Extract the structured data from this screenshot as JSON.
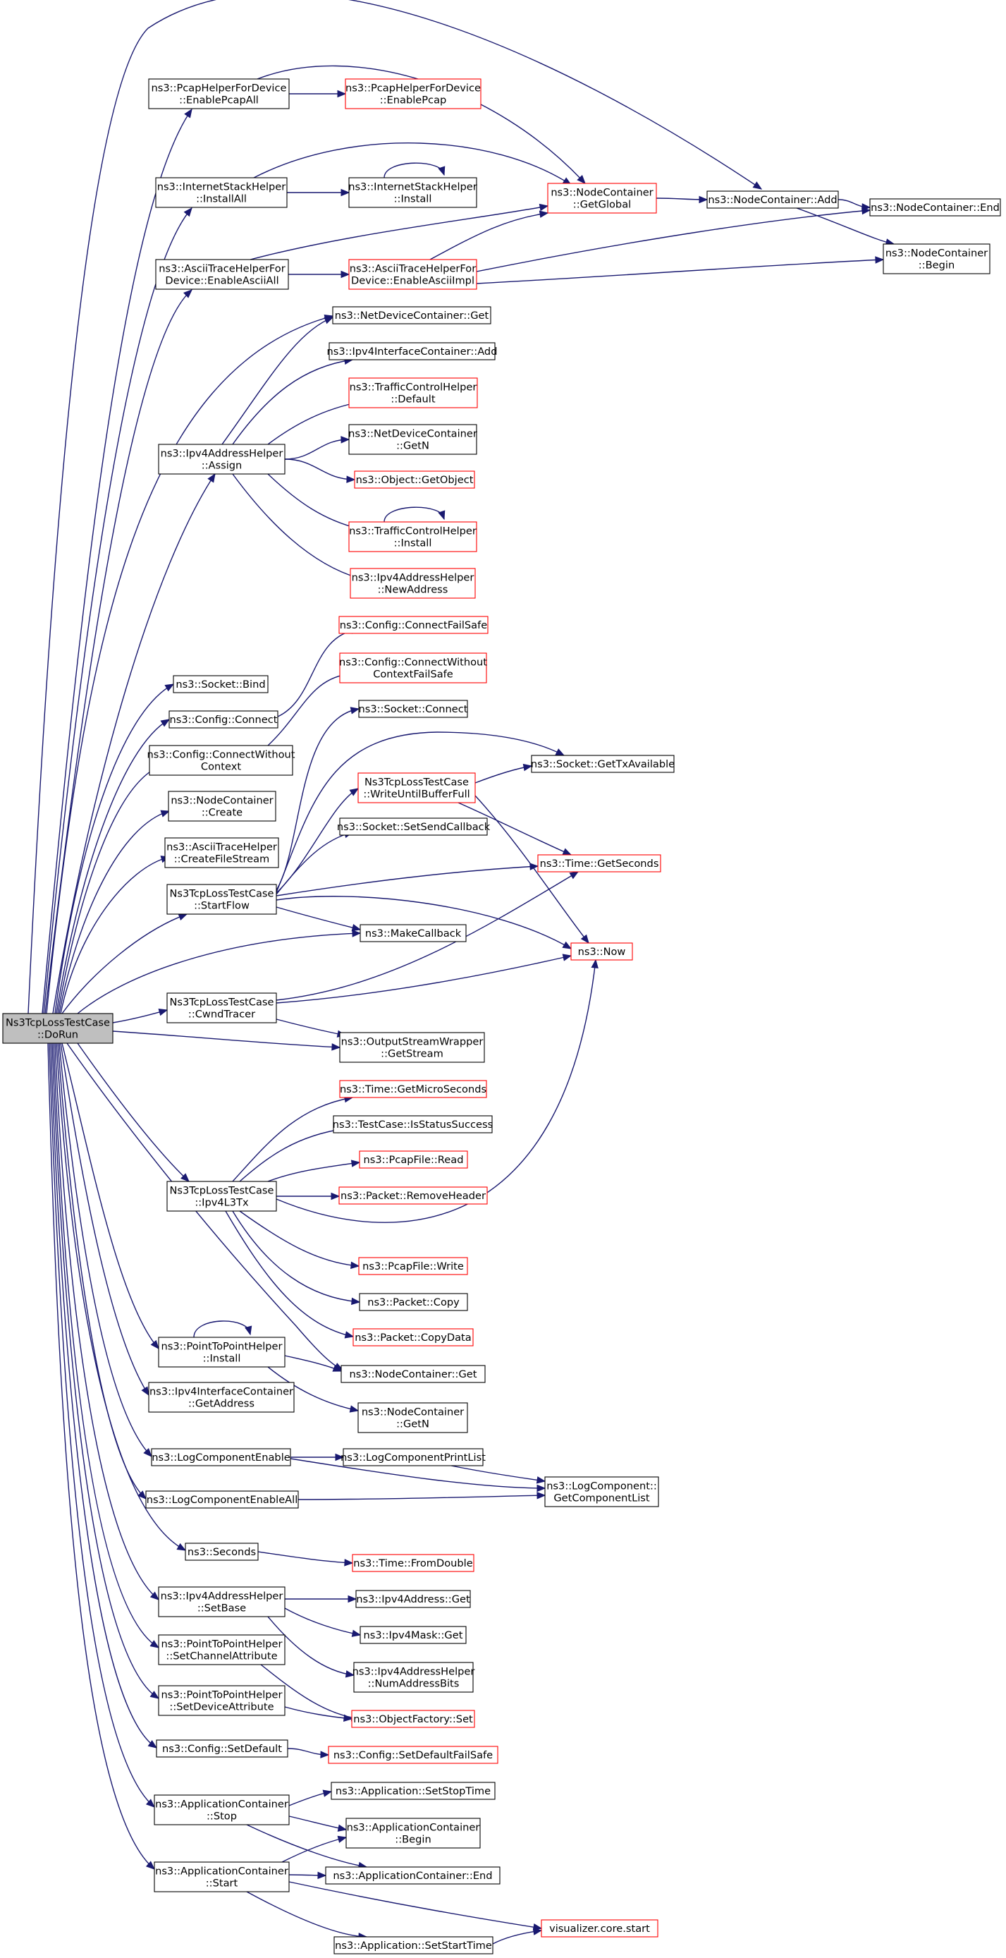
{
  "graph": {
    "edge_color": "#191970",
    "missing_doc_border": "#ff0000",
    "root_fill": "#bfbfbf",
    "nodes": [
      {
        "id": "root",
        "lines": [
          "Ns3TcpLossTestCase",
          "::DoRun"
        ],
        "style": "root"
      },
      {
        "id": "pcapAll",
        "lines": [
          "ns3::PcapHelperForDevice",
          "::EnablePcapAll"
        ],
        "style": "normal"
      },
      {
        "id": "pcap",
        "lines": [
          "ns3::PcapHelperForDevice",
          "::EnablePcap"
        ],
        "style": "red"
      },
      {
        "id": "ishAll",
        "lines": [
          "ns3::InternetStackHelper",
          "::InstallAll"
        ],
        "style": "normal"
      },
      {
        "id": "ishInst",
        "lines": [
          "ns3::InternetStackHelper",
          "::Install"
        ],
        "style": "normal"
      },
      {
        "id": "ncGlobal",
        "lines": [
          "ns3::NodeContainer",
          "::GetGlobal"
        ],
        "style": "red"
      },
      {
        "id": "ncAdd",
        "lines": [
          "ns3::NodeContainer::Add"
        ],
        "style": "normal"
      },
      {
        "id": "ncEnd",
        "lines": [
          "ns3::NodeContainer::End"
        ],
        "style": "normal"
      },
      {
        "id": "ncBegin",
        "lines": [
          "ns3::NodeContainer",
          "::Begin"
        ],
        "style": "normal"
      },
      {
        "id": "asciiAll",
        "lines": [
          "ns3::AsciiTraceHelperFor",
          "Device::EnableAsciiAll"
        ],
        "style": "normal"
      },
      {
        "id": "asciiImpl",
        "lines": [
          "ns3::AsciiTraceHelperFor",
          "Device::EnableAsciiImpl"
        ],
        "style": "red"
      },
      {
        "id": "ndcGet",
        "lines": [
          "ns3::NetDeviceContainer::Get"
        ],
        "style": "normal"
      },
      {
        "id": "iicAdd",
        "lines": [
          "ns3::Ipv4InterfaceContainer::Add"
        ],
        "style": "normal"
      },
      {
        "id": "tchDefault",
        "lines": [
          "ns3::TrafficControlHelper",
          "::Default"
        ],
        "style": "red"
      },
      {
        "id": "ndcGetN",
        "lines": [
          "ns3::NetDeviceContainer",
          "::GetN"
        ],
        "style": "normal"
      },
      {
        "id": "ipv4Assign",
        "lines": [
          "ns3::Ipv4AddressHelper",
          "::Assign"
        ],
        "style": "normal"
      },
      {
        "id": "objGet",
        "lines": [
          "ns3::Object::GetObject"
        ],
        "style": "red"
      },
      {
        "id": "tchInstall",
        "lines": [
          "ns3::TrafficControlHelper",
          "::Install"
        ],
        "style": "red"
      },
      {
        "id": "newAddr",
        "lines": [
          "ns3::Ipv4AddressHelper",
          "::NewAddress"
        ],
        "style": "red"
      },
      {
        "id": "cfgCFS",
        "lines": [
          "ns3::Config::ConnectFailSafe"
        ],
        "style": "red"
      },
      {
        "id": "cfgCWCFS",
        "lines": [
          "ns3::Config::ConnectWithout",
          "ContextFailSafe"
        ],
        "style": "red"
      },
      {
        "id": "sockBind",
        "lines": [
          "ns3::Socket::Bind"
        ],
        "style": "normal"
      },
      {
        "id": "cfgConnect",
        "lines": [
          "ns3::Config::Connect"
        ],
        "style": "normal"
      },
      {
        "id": "sockConnect",
        "lines": [
          "ns3::Socket::Connect"
        ],
        "style": "normal"
      },
      {
        "id": "cfgCWC",
        "lines": [
          "ns3::Config::ConnectWithout",
          "Context"
        ],
        "style": "normal"
      },
      {
        "id": "sockTxAvail",
        "lines": [
          "ns3::Socket::GetTxAvailable"
        ],
        "style": "normal"
      },
      {
        "id": "writeUntil",
        "lines": [
          "Ns3TcpLossTestCase",
          "::WriteUntilBufferFull"
        ],
        "style": "red"
      },
      {
        "id": "ncCreate",
        "lines": [
          "ns3::NodeContainer",
          "::Create"
        ],
        "style": "normal"
      },
      {
        "id": "athCFS",
        "lines": [
          "ns3::AsciiTraceHelper",
          "::CreateFileStream"
        ],
        "style": "normal"
      },
      {
        "id": "sockSendCb",
        "lines": [
          "ns3::Socket::SetSendCallback"
        ],
        "style": "normal"
      },
      {
        "id": "timeSec",
        "lines": [
          "ns3::Time::GetSeconds"
        ],
        "style": "red"
      },
      {
        "id": "startFlow",
        "lines": [
          "Ns3TcpLossTestCase",
          "::StartFlow"
        ],
        "style": "normal"
      },
      {
        "id": "makeCb",
        "lines": [
          "ns3::MakeCallback"
        ],
        "style": "normal"
      },
      {
        "id": "now",
        "lines": [
          "ns3::Now"
        ],
        "style": "red"
      },
      {
        "id": "cwnd",
        "lines": [
          "Ns3TcpLossTestCase",
          "::CwndTracer"
        ],
        "style": "normal"
      },
      {
        "id": "oswGet",
        "lines": [
          "ns3::OutputStreamWrapper",
          "::GetStream"
        ],
        "style": "normal"
      },
      {
        "id": "timeMicro",
        "lines": [
          "ns3::Time::GetMicroSeconds"
        ],
        "style": "red"
      },
      {
        "id": "tcStatus",
        "lines": [
          "ns3::TestCase::IsStatusSuccess"
        ],
        "style": "normal"
      },
      {
        "id": "pcapRead",
        "lines": [
          "ns3::PcapFile::Read"
        ],
        "style": "red"
      },
      {
        "id": "ipv4L3",
        "lines": [
          "Ns3TcpLossTestCase",
          "::Ipv4L3Tx"
        ],
        "style": "normal"
      },
      {
        "id": "pktRemHdr",
        "lines": [
          "ns3::Packet::RemoveHeader"
        ],
        "style": "red"
      },
      {
        "id": "pcapWrite",
        "lines": [
          "ns3::PcapFile::Write"
        ],
        "style": "red"
      },
      {
        "id": "pktCopy",
        "lines": [
          "ns3::Packet::Copy"
        ],
        "style": "normal"
      },
      {
        "id": "pktCopyData",
        "lines": [
          "ns3::Packet::CopyData"
        ],
        "style": "red"
      },
      {
        "id": "p2pInstall",
        "lines": [
          "ns3::PointToPointHelper",
          "::Install"
        ],
        "style": "normal"
      },
      {
        "id": "ncGet",
        "lines": [
          "ns3::NodeContainer::Get"
        ],
        "style": "normal"
      },
      {
        "id": "iicGetAddr",
        "lines": [
          "ns3::Ipv4InterfaceContainer",
          "::GetAddress"
        ],
        "style": "normal"
      },
      {
        "id": "ncGetN",
        "lines": [
          "ns3::NodeContainer",
          "::GetN"
        ],
        "style": "normal"
      },
      {
        "id": "logEnable",
        "lines": [
          "ns3::LogComponentEnable"
        ],
        "style": "normal"
      },
      {
        "id": "logPrint",
        "lines": [
          "ns3::LogComponentPrintList"
        ],
        "style": "normal"
      },
      {
        "id": "logGetList",
        "lines": [
          "ns3::LogComponent::",
          "GetComponentList"
        ],
        "style": "normal"
      },
      {
        "id": "logEnableAll",
        "lines": [
          "ns3::LogComponentEnableAll"
        ],
        "style": "normal"
      },
      {
        "id": "seconds",
        "lines": [
          "ns3::Seconds"
        ],
        "style": "normal"
      },
      {
        "id": "fromDouble",
        "lines": [
          "ns3::Time::FromDouble"
        ],
        "style": "red"
      },
      {
        "id": "ipv4SetBase",
        "lines": [
          "ns3::Ipv4AddressHelper",
          "::SetBase"
        ],
        "style": "normal"
      },
      {
        "id": "ipv4AddrGet",
        "lines": [
          "ns3::Ipv4Address::Get"
        ],
        "style": "normal"
      },
      {
        "id": "ipv4MaskGet",
        "lines": [
          "ns3::Ipv4Mask::Get"
        ],
        "style": "normal"
      },
      {
        "id": "p2pChan",
        "lines": [
          "ns3::PointToPointHelper",
          "::SetChannelAttribute"
        ],
        "style": "normal"
      },
      {
        "id": "numAddrBits",
        "lines": [
          "ns3::Ipv4AddressHelper",
          "::NumAddressBits"
        ],
        "style": "normal"
      },
      {
        "id": "p2pDev",
        "lines": [
          "ns3::PointToPointHelper",
          "::SetDeviceAttribute"
        ],
        "style": "normal"
      },
      {
        "id": "objFactSet",
        "lines": [
          "ns3::ObjectFactory::Set"
        ],
        "style": "red"
      },
      {
        "id": "cfgSetDef",
        "lines": [
          "ns3::Config::SetDefault"
        ],
        "style": "normal"
      },
      {
        "id": "cfgSetDefFS",
        "lines": [
          "ns3::Config::SetDefaultFailSafe"
        ],
        "style": "red"
      },
      {
        "id": "appStop",
        "lines": [
          "ns3::ApplicationContainer",
          "::Stop"
        ],
        "style": "normal"
      },
      {
        "id": "appSetStop",
        "lines": [
          "ns3::Application::SetStopTime"
        ],
        "style": "normal"
      },
      {
        "id": "appBegin",
        "lines": [
          "ns3::ApplicationContainer",
          "::Begin"
        ],
        "style": "normal"
      },
      {
        "id": "appStart",
        "lines": [
          "ns3::ApplicationContainer",
          "::Start"
        ],
        "style": "normal"
      },
      {
        "id": "appEnd",
        "lines": [
          "ns3::ApplicationContainer::End"
        ],
        "style": "normal"
      },
      {
        "id": "vizStart",
        "lines": [
          "visualizer.core.start"
        ],
        "style": "red"
      },
      {
        "id": "appSetStart",
        "lines": [
          "ns3::Application::SetStartTime"
        ],
        "style": "normal"
      }
    ],
    "edges": [
      {
        "from": "root",
        "to": "pcapAll"
      },
      {
        "from": "root",
        "to": "ncAdd"
      },
      {
        "from": "root",
        "to": "ishAll"
      },
      {
        "from": "root",
        "to": "asciiAll"
      },
      {
        "from": "root",
        "to": "ndcGet"
      },
      {
        "from": "root",
        "to": "ipv4Assign"
      },
      {
        "from": "root",
        "to": "sockBind"
      },
      {
        "from": "root",
        "to": "cfgConnect"
      },
      {
        "from": "root",
        "to": "cfgCWC"
      },
      {
        "from": "root",
        "to": "ncCreate"
      },
      {
        "from": "root",
        "to": "athCFS"
      },
      {
        "from": "root",
        "to": "startFlow"
      },
      {
        "from": "root",
        "to": "makeCb"
      },
      {
        "from": "root",
        "to": "cwnd"
      },
      {
        "from": "root",
        "to": "oswGet"
      },
      {
        "from": "root",
        "to": "ipv4L3"
      },
      {
        "from": "root",
        "to": "ncGet"
      },
      {
        "from": "root",
        "to": "p2pInstall"
      },
      {
        "from": "root",
        "to": "iicGetAddr"
      },
      {
        "from": "root",
        "to": "logEnable"
      },
      {
        "from": "root",
        "to": "logEnableAll"
      },
      {
        "from": "root",
        "to": "seconds"
      },
      {
        "from": "root",
        "to": "ipv4SetBase"
      },
      {
        "from": "root",
        "to": "p2pChan"
      },
      {
        "from": "root",
        "to": "p2pDev"
      },
      {
        "from": "root",
        "to": "cfgSetDef"
      },
      {
        "from": "root",
        "to": "appStop"
      },
      {
        "from": "root",
        "to": "appStart"
      },
      {
        "from": "pcapAll",
        "to": "pcap"
      },
      {
        "from": "pcapAll",
        "to": "ncGlobal"
      },
      {
        "from": "ishAll",
        "to": "ishInst"
      },
      {
        "from": "ishAll",
        "to": "ncGlobal"
      },
      {
        "from": "ishInst",
        "to": "ishInst"
      },
      {
        "from": "ncGlobal",
        "to": "ncAdd"
      },
      {
        "from": "ncAdd",
        "to": "ncEnd"
      },
      {
        "from": "ncAdd",
        "to": "ncBegin"
      },
      {
        "from": "asciiAll",
        "to": "asciiImpl"
      },
      {
        "from": "asciiAll",
        "to": "ncGlobal"
      },
      {
        "from": "asciiImpl",
        "to": "ncGlobal"
      },
      {
        "from": "asciiImpl",
        "to": "ncEnd"
      },
      {
        "from": "asciiImpl",
        "to": "ncBegin"
      },
      {
        "from": "ipv4Assign",
        "to": "ndcGet"
      },
      {
        "from": "ipv4Assign",
        "to": "iicAdd"
      },
      {
        "from": "ipv4Assign",
        "to": "tchDefault"
      },
      {
        "from": "ipv4Assign",
        "to": "ndcGetN"
      },
      {
        "from": "ipv4Assign",
        "to": "objGet"
      },
      {
        "from": "ipv4Assign",
        "to": "tchInstall"
      },
      {
        "from": "ipv4Assign",
        "to": "newAddr"
      },
      {
        "from": "tchInstall",
        "to": "tchInstall"
      },
      {
        "from": "cfgConnect",
        "to": "cfgCFS"
      },
      {
        "from": "cfgCWC",
        "to": "cfgCWCFS"
      },
      {
        "from": "startFlow",
        "to": "sockConnect"
      },
      {
        "from": "startFlow",
        "to": "sockTxAvail"
      },
      {
        "from": "startFlow",
        "to": "writeUntil"
      },
      {
        "from": "startFlow",
        "to": "sockSendCb"
      },
      {
        "from": "startFlow",
        "to": "timeSec"
      },
      {
        "from": "startFlow",
        "to": "makeCb"
      },
      {
        "from": "startFlow",
        "to": "now"
      },
      {
        "from": "writeUntil",
        "to": "sockTxAvail"
      },
      {
        "from": "writeUntil",
        "to": "timeSec"
      },
      {
        "from": "writeUntil",
        "to": "now"
      },
      {
        "from": "cwnd",
        "to": "timeSec"
      },
      {
        "from": "cwnd",
        "to": "now"
      },
      {
        "from": "cwnd",
        "to": "oswGet"
      },
      {
        "from": "ipv4L3",
        "to": "timeMicro"
      },
      {
        "from": "ipv4L3",
        "to": "tcStatus"
      },
      {
        "from": "ipv4L3",
        "to": "pcapRead"
      },
      {
        "from": "ipv4L3",
        "to": "pktRemHdr"
      },
      {
        "from": "ipv4L3",
        "to": "now"
      },
      {
        "from": "ipv4L3",
        "to": "pcapWrite"
      },
      {
        "from": "ipv4L3",
        "to": "pktCopy"
      },
      {
        "from": "ipv4L3",
        "to": "pktCopyData"
      },
      {
        "from": "p2pInstall",
        "to": "p2pInstall"
      },
      {
        "from": "p2pInstall",
        "to": "ncGet"
      },
      {
        "from": "p2pInstall",
        "to": "ncGetN"
      },
      {
        "from": "logEnable",
        "to": "logPrint"
      },
      {
        "from": "logEnable",
        "to": "logGetList"
      },
      {
        "from": "logPrint",
        "to": "logGetList"
      },
      {
        "from": "logEnableAll",
        "to": "logGetList"
      },
      {
        "from": "seconds",
        "to": "fromDouble"
      },
      {
        "from": "ipv4SetBase",
        "to": "ipv4AddrGet"
      },
      {
        "from": "ipv4SetBase",
        "to": "ipv4MaskGet"
      },
      {
        "from": "ipv4SetBase",
        "to": "numAddrBits"
      },
      {
        "from": "p2pChan",
        "to": "objFactSet"
      },
      {
        "from": "p2pDev",
        "to": "objFactSet"
      },
      {
        "from": "cfgSetDef",
        "to": "cfgSetDefFS"
      },
      {
        "from": "appStop",
        "to": "appSetStop"
      },
      {
        "from": "appStop",
        "to": "appBegin"
      },
      {
        "from": "appStop",
        "to": "appEnd"
      },
      {
        "from": "appStart",
        "to": "appBegin"
      },
      {
        "from": "appStart",
        "to": "appEnd"
      },
      {
        "from": "appStart",
        "to": "vizStart"
      },
      {
        "from": "appStart",
        "to": "appSetStart"
      },
      {
        "from": "appSetStart",
        "to": "vizStart"
      }
    ]
  }
}
